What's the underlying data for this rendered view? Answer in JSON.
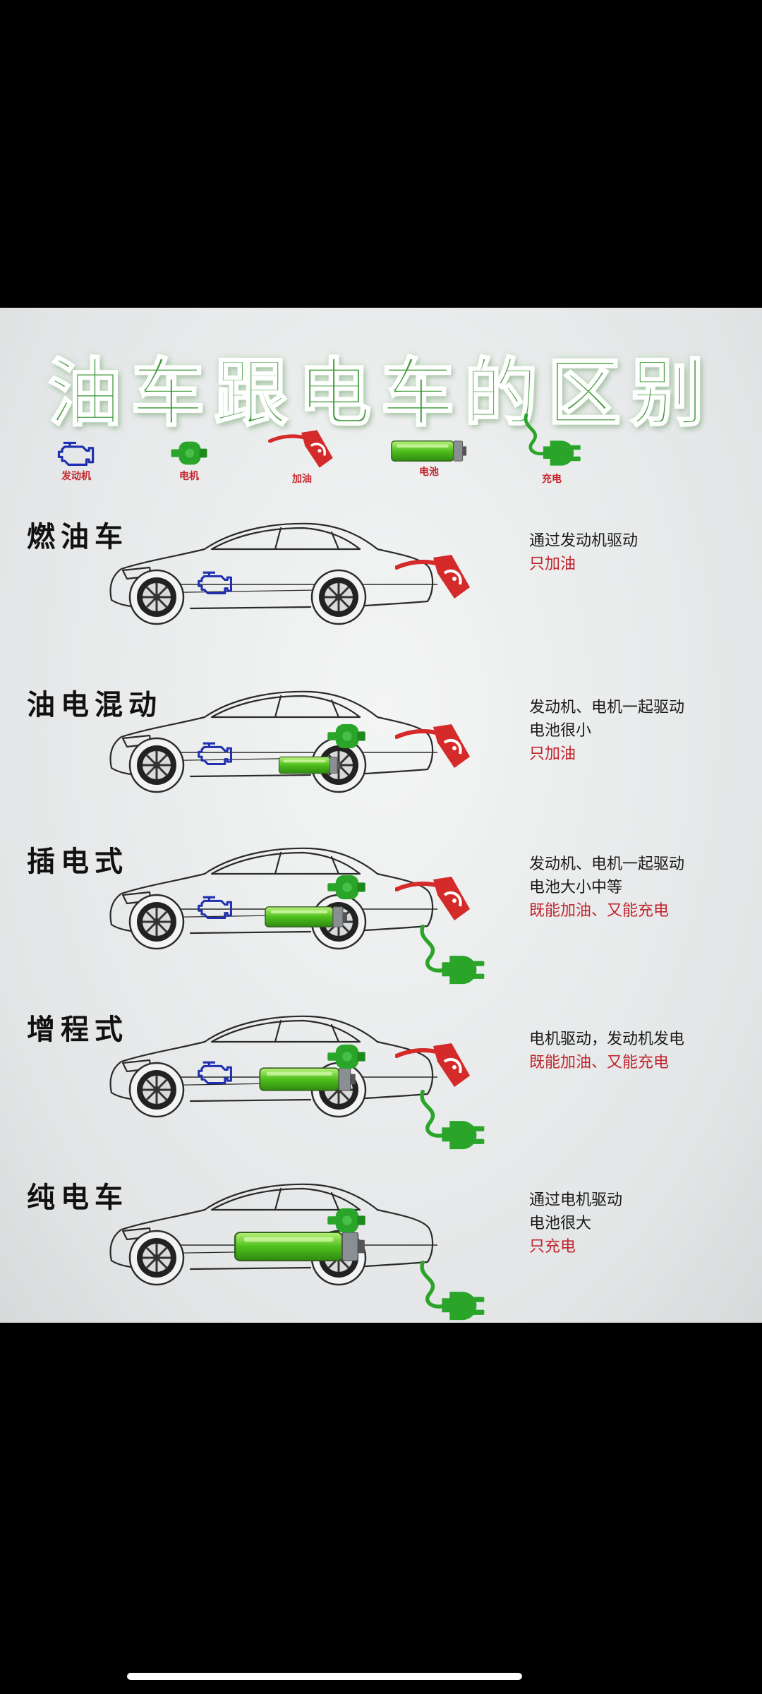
{
  "title": "油车跟电车的区别",
  "legend": [
    {
      "icon": "engine-icon",
      "label": "发动机"
    },
    {
      "icon": "motor-icon",
      "label": "电机"
    },
    {
      "icon": "fuel-nozzle-icon",
      "label": "加油"
    },
    {
      "icon": "battery-icon",
      "label": "电池"
    },
    {
      "icon": "charging-plug-icon",
      "label": "充电"
    }
  ],
  "rows": [
    {
      "title": "燃油车",
      "lines": [
        {
          "text": "通过发动机驱动",
          "color": "black"
        },
        {
          "text": "只加油",
          "color": "red"
        }
      ]
    },
    {
      "title": "油电混动",
      "lines": [
        {
          "text": "发动机、电机一起驱动",
          "color": "black"
        },
        {
          "text": "电池很小",
          "color": "black"
        },
        {
          "text": "只加油",
          "color": "red"
        }
      ]
    },
    {
      "title": "插电式",
      "lines": [
        {
          "text": "发动机、电机一起驱动",
          "color": "black"
        },
        {
          "text": "电池大小中等",
          "color": "black"
        },
        {
          "text": "既能加油、又能充电",
          "color": "red"
        }
      ]
    },
    {
      "title": "增程式",
      "lines": [
        {
          "text": "电机驱动，发动机发电",
          "color": "black"
        },
        {
          "text": "既能加油、又能充电",
          "color": "red"
        }
      ]
    },
    {
      "title": "纯电车",
      "lines": [
        {
          "text": "通过电机驱动",
          "color": "black"
        },
        {
          "text": "电池很大",
          "color": "black"
        },
        {
          "text": "只充电",
          "color": "red"
        }
      ]
    }
  ],
  "colors": {
    "title_green": "#3f9a3a",
    "engine_blue": "#1f2fb0",
    "motor_green": "#2aa52a",
    "fuel_red": "#d42a2a",
    "text_red": "#c0262e"
  }
}
